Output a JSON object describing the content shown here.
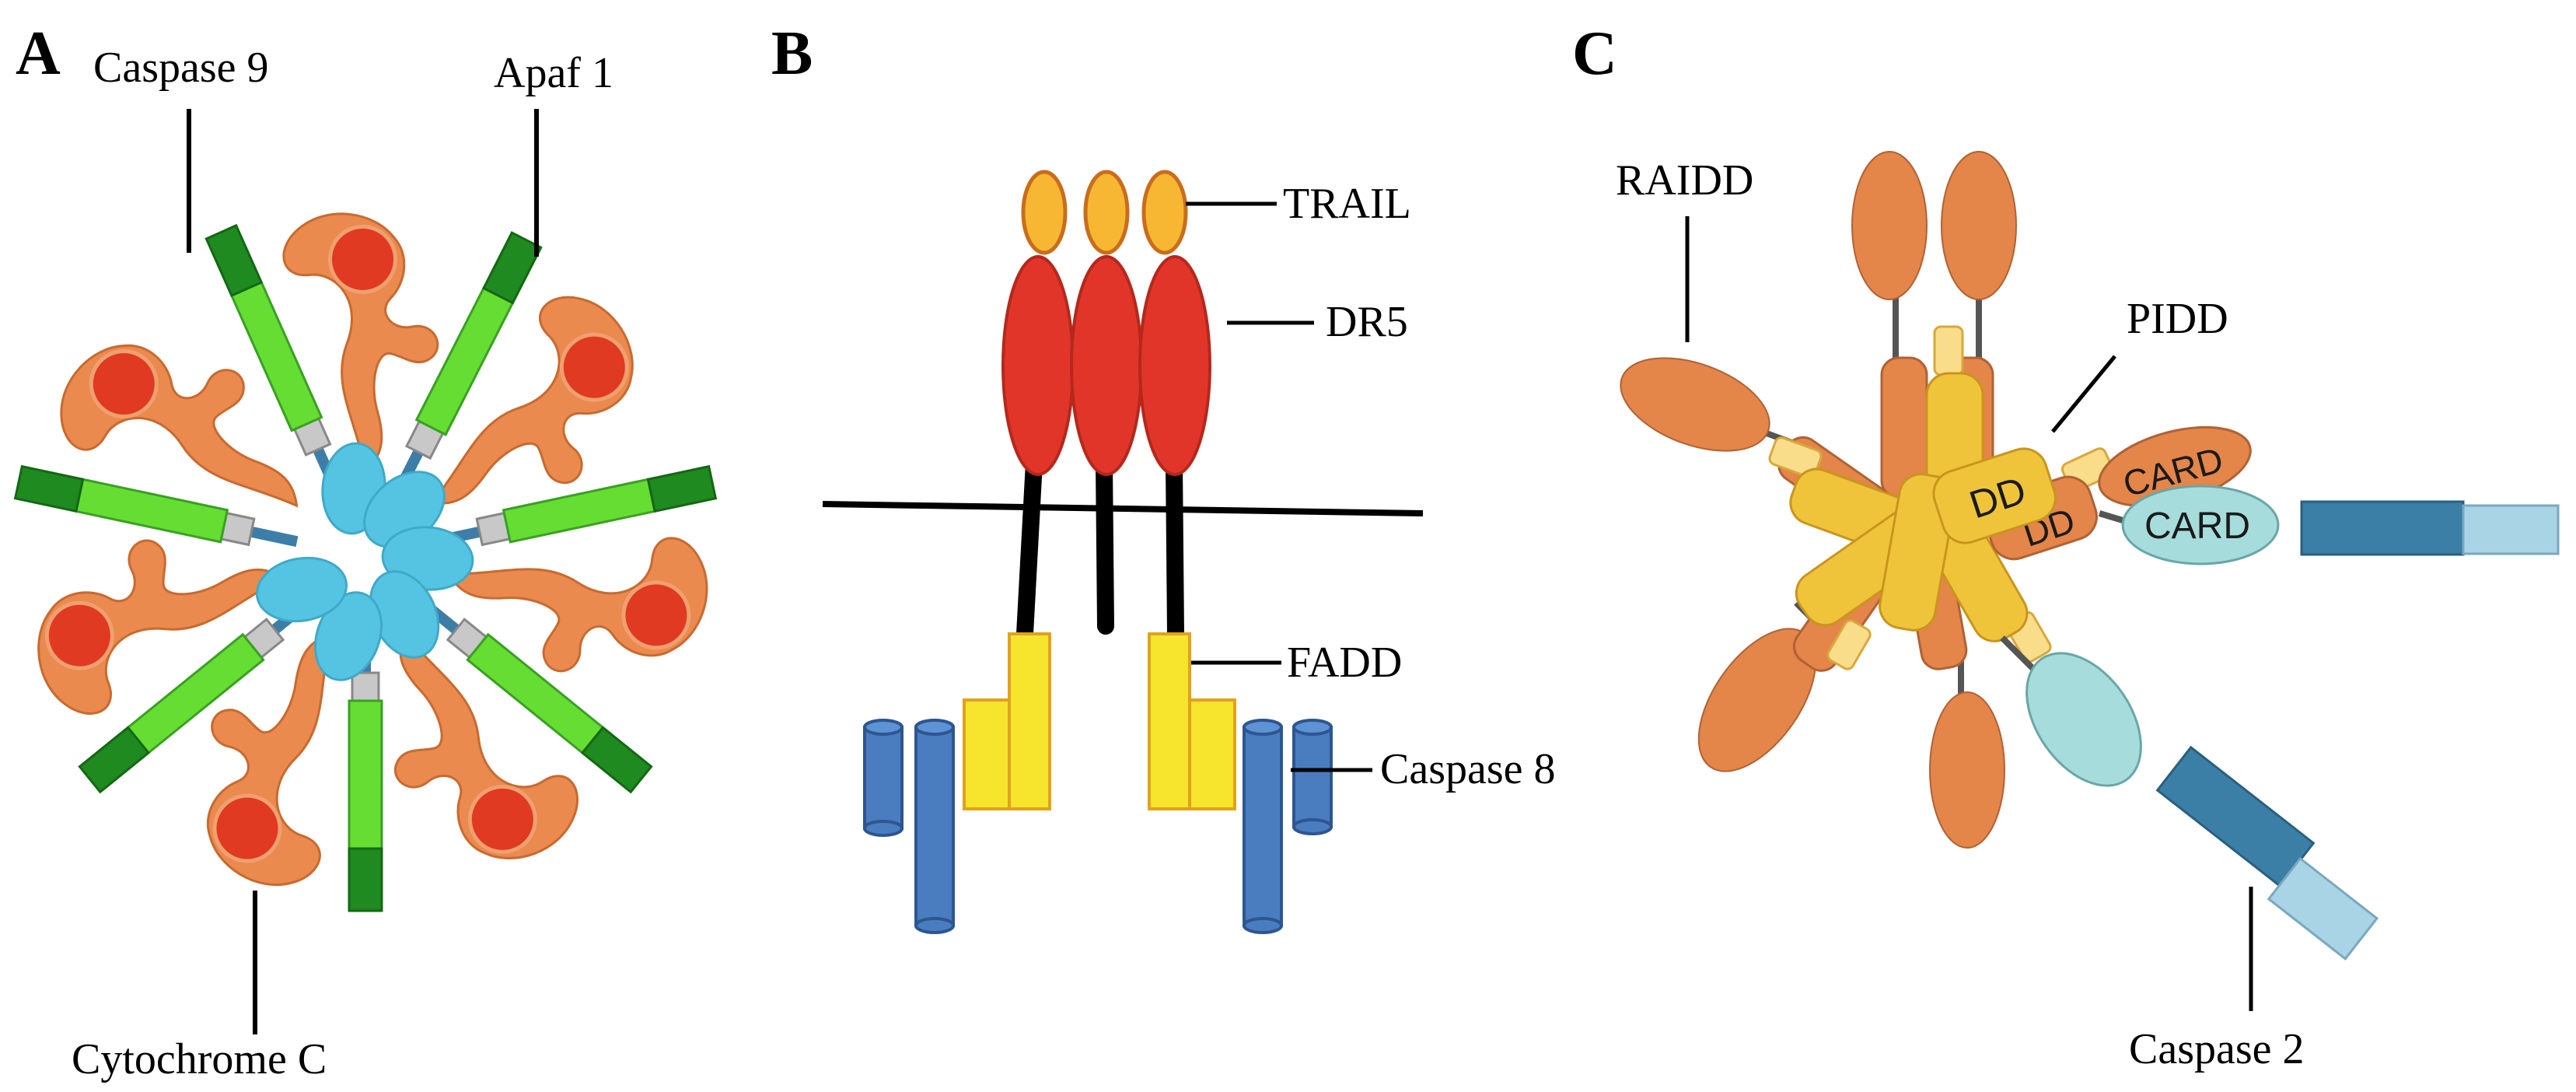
{
  "panels": {
    "a": {
      "letter": "A",
      "labels": {
        "caspase9": "Caspase 9",
        "apaf1": "Apaf 1",
        "cytochrome_c": "Cytochrome C"
      }
    },
    "b": {
      "letter": "B",
      "labels": {
        "trail": "TRAIL",
        "dr5": "DR5",
        "fadd": "FADD",
        "caspase8": "Caspase 8"
      }
    },
    "c": {
      "letter": "C",
      "labels": {
        "raidd": "RAIDD",
        "pidd": "PIDD",
        "caspase2": "Caspase 2"
      },
      "domains": {
        "dd": "DD",
        "card": "CARD"
      }
    }
  },
  "colors": {
    "apaf_orange": "#ea8a4e",
    "cytochrome_red": "#e03a22",
    "caspase9_light": "#66dd33",
    "caspase9_dark": "#1f8a1f",
    "hub_blue": "#55c3e2",
    "trail_yellow": "#f7b733",
    "dr5_red": "#e2352a",
    "fadd_yellow": "#f2e01f",
    "caspase8_blue": "#4a7dbf",
    "raidd_orange": "#e4854a",
    "pidd_yellow": "#efc43a",
    "card_cyan": "#a6dcdc",
    "caspase2_dark": "#3b7fa6",
    "caspase2_light": "#a9d4e6"
  }
}
